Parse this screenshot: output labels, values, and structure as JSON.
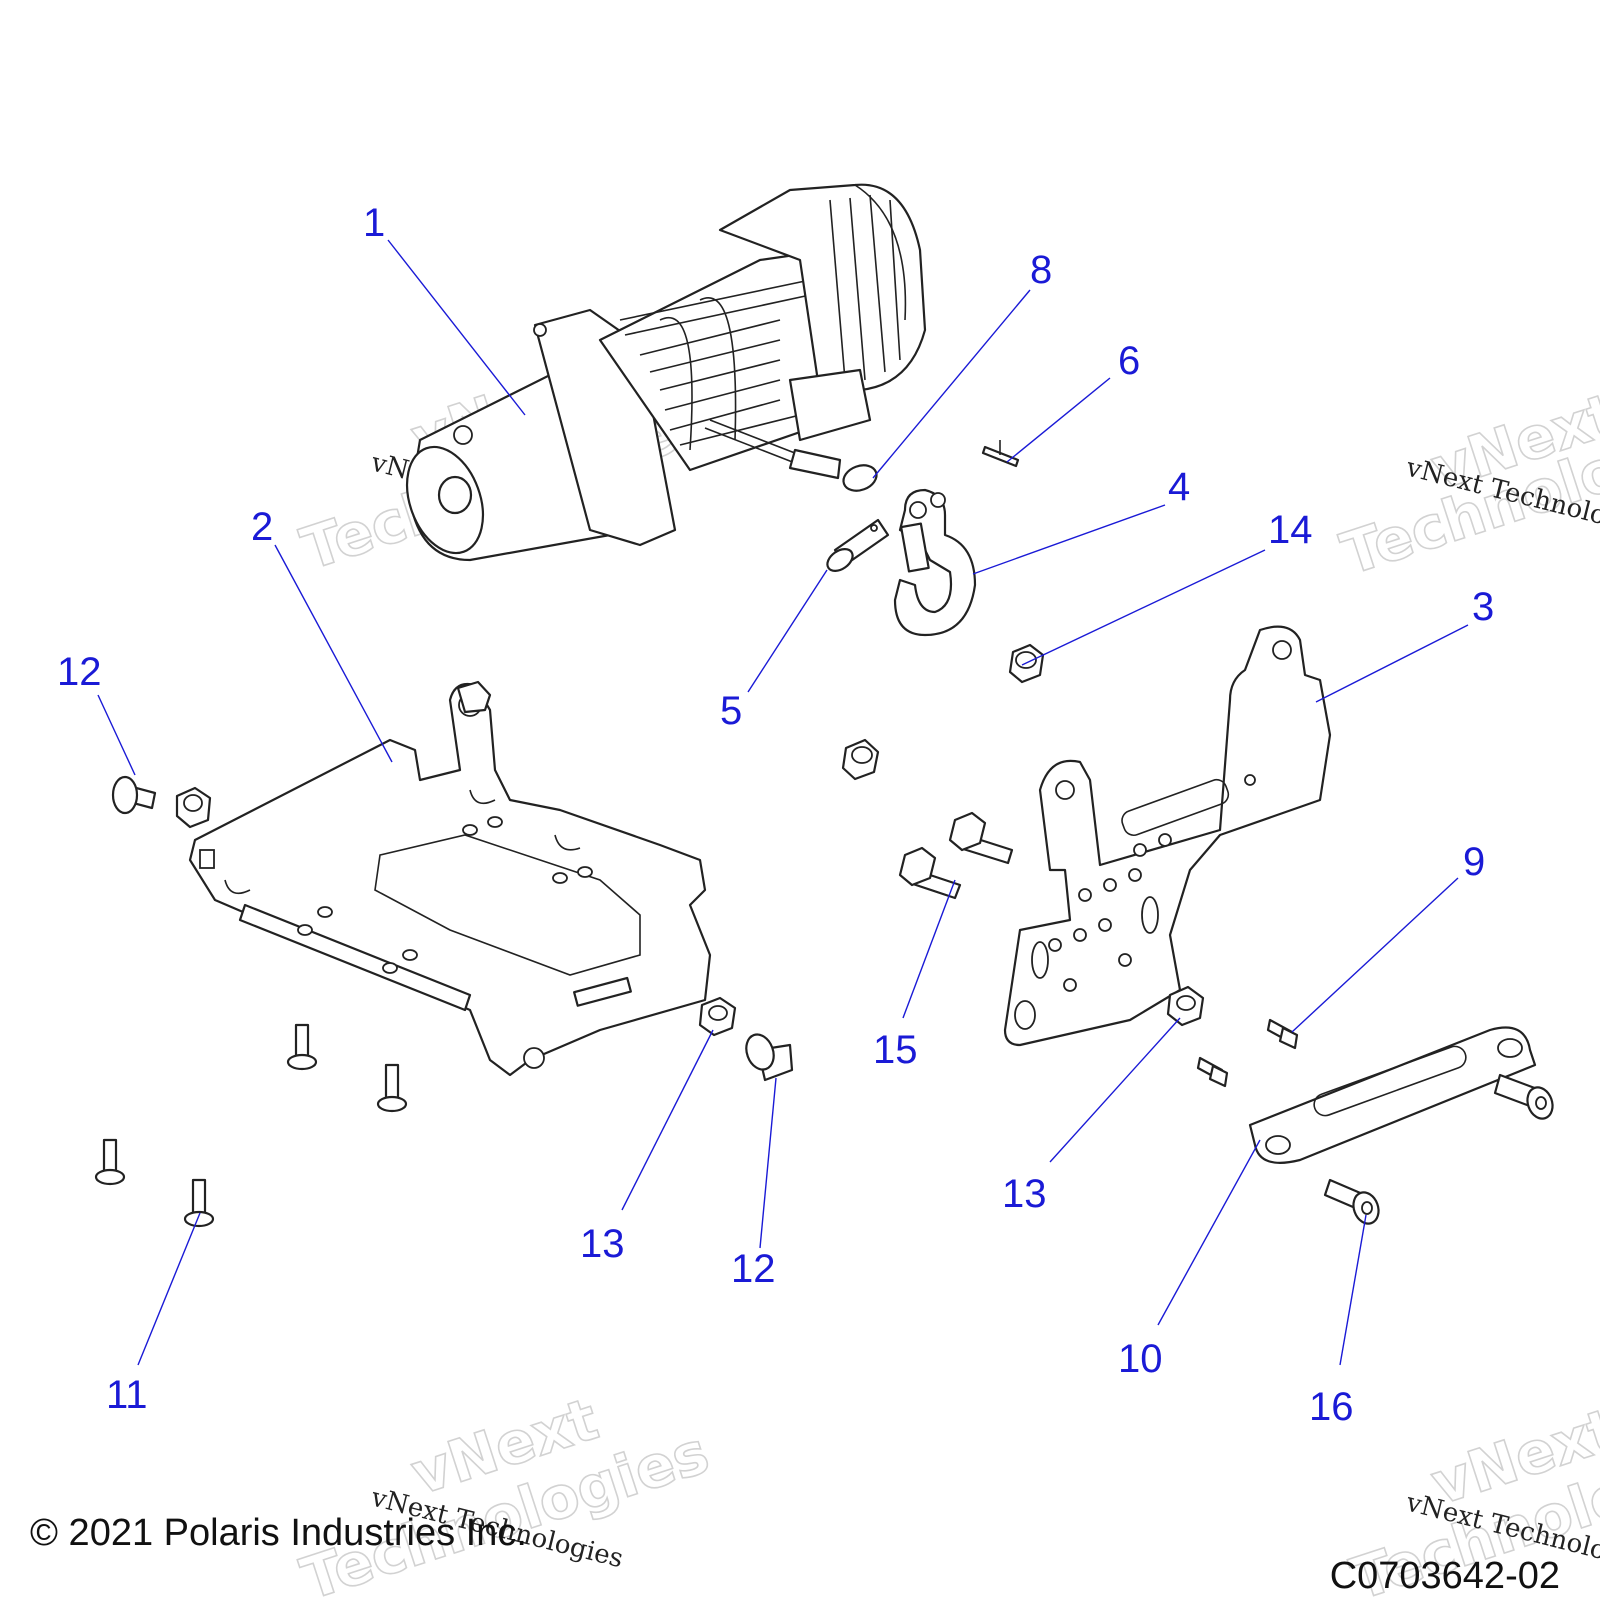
{
  "callouts": [
    {
      "id": "c1",
      "label": "1"
    },
    {
      "id": "c2",
      "label": "2"
    },
    {
      "id": "c3",
      "label": "3"
    },
    {
      "id": "c4",
      "label": "4"
    },
    {
      "id": "c5",
      "label": "5"
    },
    {
      "id": "c6",
      "label": "6"
    },
    {
      "id": "c8",
      "label": "8"
    },
    {
      "id": "c9",
      "label": "9"
    },
    {
      "id": "c10",
      "label": "10"
    },
    {
      "id": "c11",
      "label": "11"
    },
    {
      "id": "c12a",
      "label": "12"
    },
    {
      "id": "c12b",
      "label": "12"
    },
    {
      "id": "c13a",
      "label": "13"
    },
    {
      "id": "c13b",
      "label": "13"
    },
    {
      "id": "c14",
      "label": "14"
    },
    {
      "id": "c15",
      "label": "15"
    },
    {
      "id": "c16",
      "label": "16"
    }
  ],
  "watermark": {
    "line1": "vNext",
    "line2": "Technologies",
    "small": "vNext Technologies"
  },
  "footer": {
    "copyright": "© 2021 Polaris Industries Inc.",
    "drawing_number": "C0703642-02"
  },
  "colors": {
    "callout": "#1a1ad6",
    "line_art": "#222222",
    "watermark": "#d2d2d2"
  }
}
